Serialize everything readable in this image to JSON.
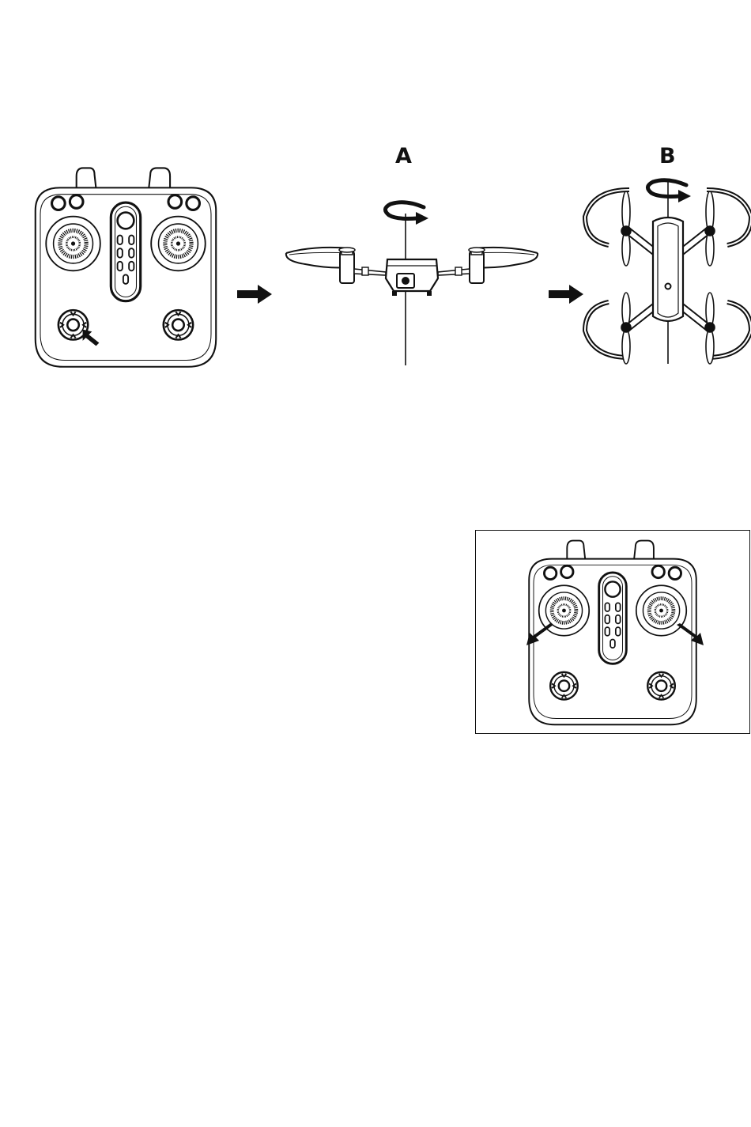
{
  "labels": {
    "view_a": "A",
    "view_b": "B"
  },
  "figures": {
    "top_row": {
      "controller": "remote-controller-with-left-dpad-pressed",
      "arrow_1": "right-arrow",
      "drone_side": "drone-front-view-rotating",
      "arrow_2": "right-arrow",
      "drone_top": "drone-top-view-rotating"
    },
    "inset": {
      "controller": "remote-controller-sticks-down-outward"
    }
  },
  "colors": {
    "ink": "#111111",
    "paper": "#ffffff"
  }
}
